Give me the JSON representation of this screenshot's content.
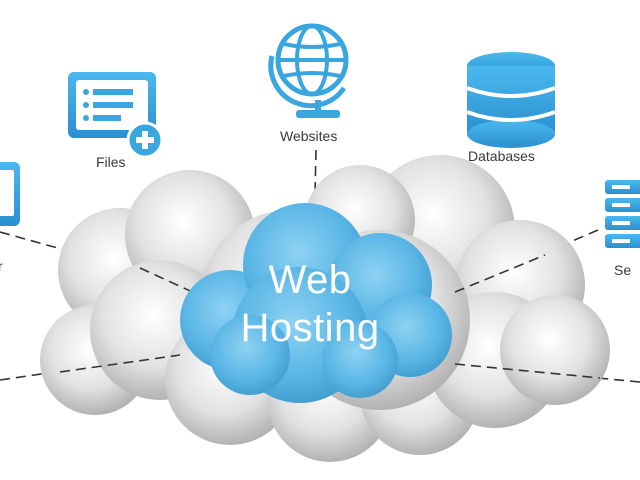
{
  "center": {
    "line1": "Web",
    "line2": "Hosting"
  },
  "nodes": {
    "files": {
      "label": "Files",
      "icon": "file-list-add-icon"
    },
    "websites": {
      "label": "Websites",
      "icon": "globe-icon"
    },
    "databases": {
      "label": "Databases",
      "icon": "database-icon"
    },
    "servers": {
      "label": "Se",
      "icon": "server-icon"
    },
    "left_partial": {
      "label": "r",
      "icon": "device-icon"
    }
  },
  "colors": {
    "accent_blue": "#3aa6e0",
    "cloud_gray": "#d6d6d6",
    "center_cloud": "#5cb8e6",
    "line": "#333333"
  }
}
